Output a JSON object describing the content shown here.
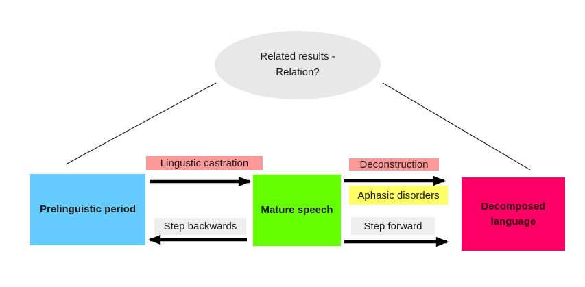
{
  "colors": {
    "ellipse": "#e8e8e8",
    "prelinguistic": "#66ccff",
    "mature": "#66ff00",
    "decomposed": "#ff0066",
    "red_label": "#ff9999",
    "yellow_label": "#ffff66",
    "gray_label": "#eeeeee",
    "line": "#000000"
  },
  "center_node": {
    "line1": "Related results -",
    "line2": "Relation?"
  },
  "nodes": {
    "prelinguistic": "Prelinguistic period",
    "mature": "Mature speech",
    "decomposed_line1": "Decomposed",
    "decomposed_line2": "language"
  },
  "edge_labels": {
    "lingustic_castration": "Lingustic castration",
    "step_backwards": "Step backwards",
    "deconstruction": "Deconstruction",
    "aphasic_disorders": "Aphasic disorders",
    "step_forward": "Step forward"
  },
  "edges": [
    {
      "from": "prelinguistic",
      "to": "mature",
      "label": "Lingustic castration",
      "direction": "right"
    },
    {
      "from": "mature",
      "to": "prelinguistic",
      "label": "Step backwards",
      "direction": "left"
    },
    {
      "from": "mature",
      "to": "decomposed",
      "label": "Deconstruction",
      "direction": "right"
    },
    {
      "from": "mature",
      "to": "decomposed",
      "label": "Step forward",
      "direction": "right"
    },
    {
      "from": "prelinguistic",
      "to": "center_node",
      "label": "",
      "direction": "none"
    },
    {
      "from": "decomposed",
      "to": "center_node",
      "label": "",
      "direction": "none"
    }
  ]
}
